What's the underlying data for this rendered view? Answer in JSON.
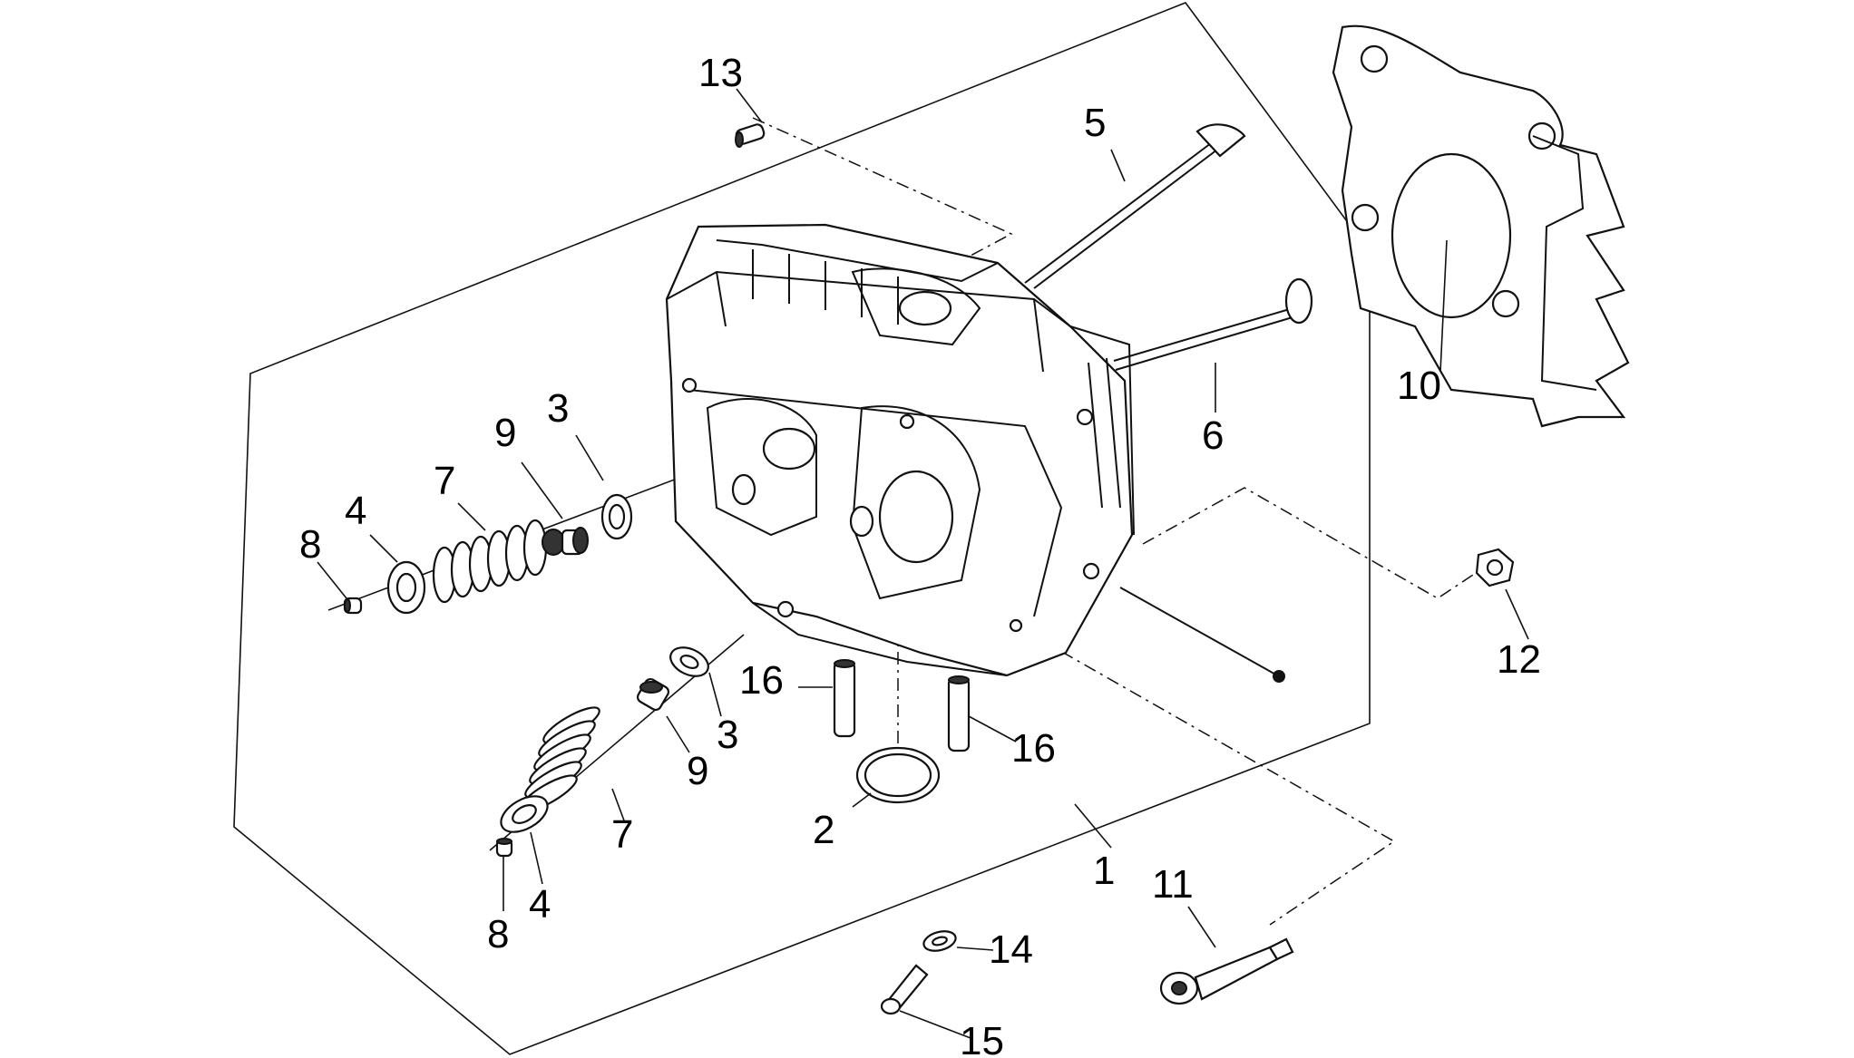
{
  "callouts": {
    "c1": "1",
    "c2": "2",
    "c3a": "3",
    "c3b": "3",
    "c4a": "4",
    "c4b": "4",
    "c5": "5",
    "c6": "6",
    "c7a": "7",
    "c7b": "7",
    "c8a": "8",
    "c8b": "8",
    "c9a": "9",
    "c9b": "9",
    "c10": "10",
    "c11": "11",
    "c12": "12",
    "c13": "13",
    "c14": "14",
    "c15": "15",
    "c16a": "16",
    "c16b": "16"
  }
}
